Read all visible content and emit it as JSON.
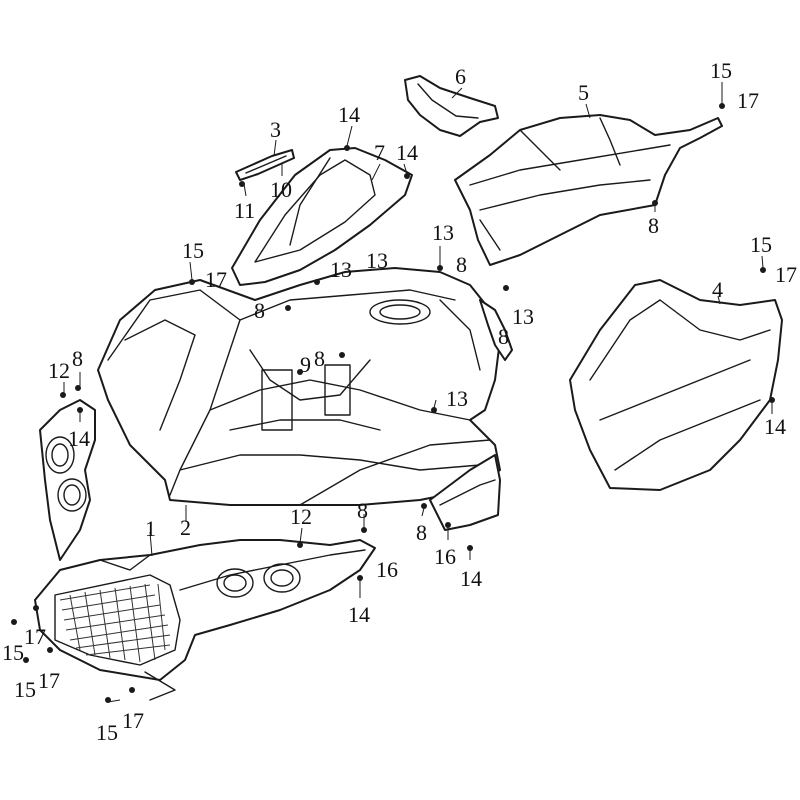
{
  "diagram": {
    "callouts": {
      "c1": "1",
      "c2": "2",
      "c3": "3",
      "c4": "4",
      "c5": "5",
      "c6": "6",
      "c7": "7",
      "c8a": "8",
      "c8b": "8",
      "c8c": "8",
      "c8d": "8",
      "c8e": "8",
      "c8f": "8",
      "c8g": "8",
      "c9": "9",
      "c10": "10",
      "c11": "11",
      "c12a": "12",
      "c12b": "12",
      "c13a": "13",
      "c13b": "13",
      "c13c": "13",
      "c13d": "13",
      "c13e": "13",
      "c14a": "14",
      "c14b": "14",
      "c14c": "14",
      "c14d": "14",
      "c14e": "14",
      "c14f": "14",
      "c15a": "15",
      "c15b": "15",
      "c15c": "15",
      "c15d": "15",
      "c15e": "15",
      "c15f": "15",
      "c16a": "16",
      "c16b": "16",
      "c17a": "17",
      "c17b": "17",
      "c17c": "17",
      "c17d": "17",
      "c17e": "17",
      "c17f": "17"
    }
  }
}
